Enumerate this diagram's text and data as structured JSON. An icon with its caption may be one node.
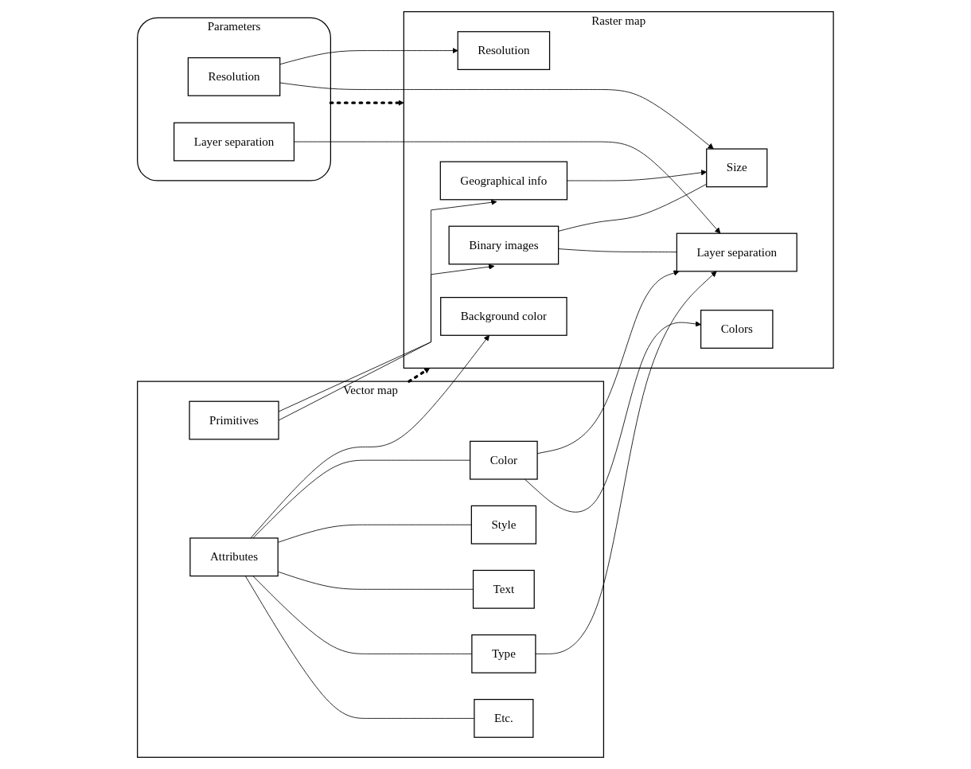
{
  "diagram": {
    "nodes": [
      {
        "text": [
          "Vector map"
        ]
      },
      {
        "text": [
          "Primitives"
        ],
        "in": 0
      },
      {
        "text": [
          "Attributes"
        ],
        "in": 0
      },
      {
        "text": [
          "Color"
        ],
        "in": 0
      },
      {
        "text": [
          "Style"
        ],
        "in": 0
      },
      {
        "text": [
          "Text"
        ],
        "in": 0
      },
      {
        "text": [
          "Type"
        ],
        "in": 0
      },
      {
        "text": [
          "Etc."
        ],
        "in": 0
      },
      {
        "text": [
          "Raster map"
        ]
      },
      {
        "text": [
          "Geographical info"
        ],
        "in": 8
      },
      {
        "text": [
          "Background color"
        ],
        "in": 8
      },
      {
        "text": [
          "Resolution"
        ],
        "in": 8
      },
      {
        "text": [
          "Binary images"
        ],
        "in": 8
      },
      {
        "text": [
          "Size"
        ],
        "in": 8
      },
      {
        "text": [
          "Layer separation"
        ],
        "in": 8
      },
      {
        "text": [
          "Colors"
        ],
        "in": 8
      },
      {
        "text": [
          "Parameters"
        ]
      },
      {
        "text": [
          "Resolution"
        ],
        "in": 16
      },
      {
        "text": [
          "Layer separation"
        ],
        "in": 16
      }
    ],
    "edges": [
      {
        "from": 2,
        "to": 10,
        "arrow": "to"
      },
      {
        "from": 1,
        "to": 9,
        "arrow": "to"
      },
      {
        "from": 1,
        "to": 12,
        "arrow": "to"
      },
      {
        "from": 2,
        "to": 3,
        "arrow": "none"
      },
      {
        "from": 2,
        "to": 4,
        "arrow": "none"
      },
      {
        "from": 2,
        "to": 5,
        "arrow": "none"
      },
      {
        "from": 2,
        "to": 6,
        "arrow": "none"
      },
      {
        "from": 2,
        "to": 7,
        "arrow": "none"
      },
      {
        "from": 3,
        "to": 14,
        "arrow": "to"
      },
      {
        "from": 3,
        "to": 15,
        "arrow": "to"
      },
      {
        "from": 0,
        "to": 8,
        "arrow": "to",
        "style": "dashed"
      },
      {
        "from": 6,
        "to": 14,
        "arrow": "to"
      },
      {
        "from": 12,
        "to": 13,
        "arrow": "none"
      },
      {
        "from": 12,
        "to": 14,
        "arrow": "none"
      },
      {
        "from": 9,
        "to": 13,
        "arrow": "to"
      },
      {
        "from": 16,
        "to": 8,
        "arrow": "to",
        "style": "dashed"
      },
      {
        "from": 17,
        "to": 11,
        "arrow": "to"
      },
      {
        "from": 17,
        "to": 13,
        "arrow": "to"
      },
      {
        "from": 18,
        "to": 14,
        "arrow": "to"
      }
    ]
  }
}
